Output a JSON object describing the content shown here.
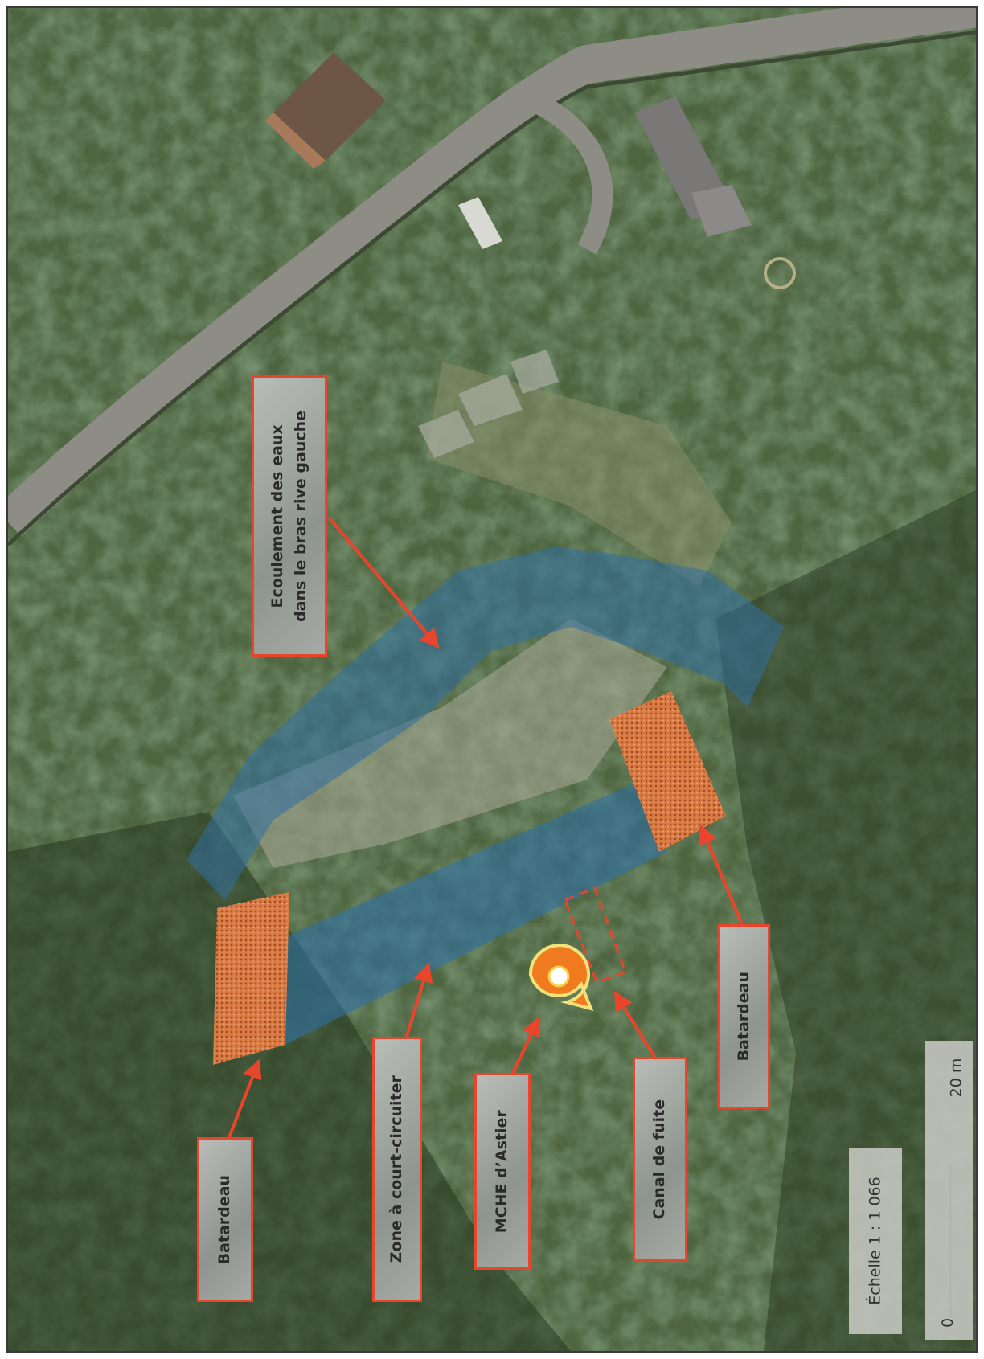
{
  "labels": {
    "ecoulement_line1": "Ecoulement des eaux",
    "ecoulement_line2": "dans le bras rive gauche",
    "batardeau_left": "Batardeau",
    "zone": "Zone à court-circuiter",
    "mche": "MCHE d’Astier",
    "canal": "Canal de fuite",
    "batardeau_right": "Batardeau"
  },
  "scale": {
    "ratio_text": "Échelle 1 : 1 066",
    "tick_start": "0",
    "tick_end": "20 m"
  },
  "icons": {
    "site_marker": "map-pin-icon"
  },
  "colors": {
    "label_border": "#e8452c",
    "arrow": "#e8452c",
    "water_overlay": "#2f6fa3",
    "batardeau_fill": "#d4703a",
    "marker": "#f07a1e"
  }
}
